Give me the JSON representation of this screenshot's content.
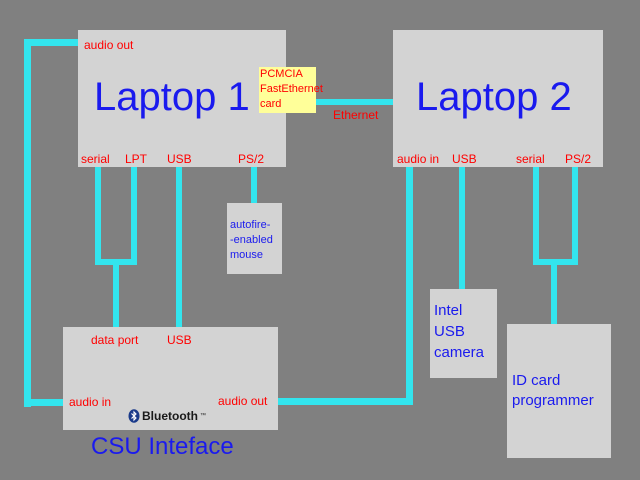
{
  "laptop1": {
    "title": "Laptop 1",
    "audio_out": "audio out",
    "serial": "serial",
    "lpt": "LPT",
    "usb": "USB",
    "ps2": "PS/2",
    "pcmcia_lines": [
      "PCMCIA",
      "FastEthernet",
      "card"
    ]
  },
  "laptop2": {
    "title": "Laptop 2",
    "audio_in": "audio in",
    "usb": "USB",
    "serial": "serial",
    "ps2": "PS/2"
  },
  "ethernet": "Ethernet",
  "mouse": {
    "lines": [
      "autofire-",
      "-enabled",
      "mouse"
    ]
  },
  "camera": {
    "lines": [
      "Intel",
      "USB",
      "camera"
    ]
  },
  "id_card": {
    "lines": [
      "ID card",
      "programmer"
    ]
  },
  "csu": {
    "title": "CSU Inteface",
    "data_port": "data port",
    "usb": "USB",
    "audio_in": "audio in",
    "audio_out": "audio out",
    "bluetooth": "Bluetooth",
    "trademark": "™"
  },
  "colors": {
    "background": "#808080",
    "box": "#d3d3d3",
    "wire": "#33e5ee",
    "port_label": "#ff0000",
    "title": "#1a1aee",
    "pcmcia_bg": "#ffff99"
  }
}
